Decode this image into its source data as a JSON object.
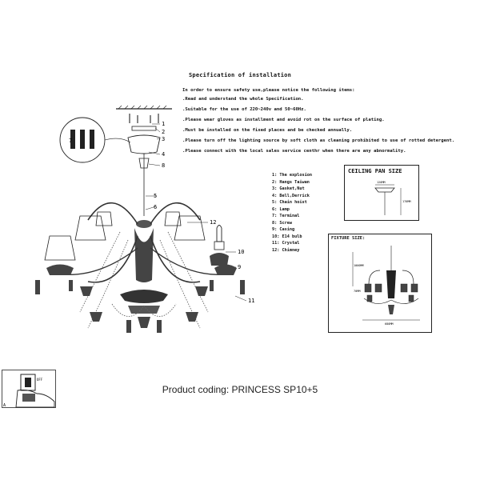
{
  "header": {
    "title": "Specification of installation"
  },
  "intro": "In order to ensure safety use,please notice the following items:",
  "notes": [
    ".Read and understand the whole Specification.",
    ".Suitable for the use of 220~240v and 50~60Hz.",
    ".Please wear gloves as installment and avoid rot on the surface of plating.",
    ".Must be installed on the fixed places and be checked annually.",
    ".Please turn off the lighting source by soft cloth as cleaning prohibited to use of rotted detergent.",
    ".Please connect with the local sales service centhr when there are any abnormality."
  ],
  "parts": [
    "1: The explosion",
    "2: Hangs Taiwan",
    "3: Gasket,Nut",
    "4: Bell,Derrick",
    "5: Chain hoist",
    "6: Lamp",
    "7: Terminal",
    "8: Screw",
    "9: Casing",
    "10: E14 bulb",
    "11: Crystal",
    "12: Chimney"
  ],
  "callouts": [
    "1",
    "2",
    "3",
    "4",
    "5",
    "6",
    "7",
    "8",
    "9",
    "10",
    "11",
    "12"
  ],
  "ceiling_pan": {
    "title": "CEILING PAN SIZE",
    "width_label": "120MM",
    "height_label": "170MM"
  },
  "fixture": {
    "title": "FIXTURE SIZE:",
    "height_label": "1000MM",
    "dim_a": "70MM",
    "width_label": "680MM"
  },
  "warning": {
    "label": "A",
    "switch_label": "OFF"
  },
  "product": {
    "coding": "Product coding: PRINCESS SP10+5"
  }
}
